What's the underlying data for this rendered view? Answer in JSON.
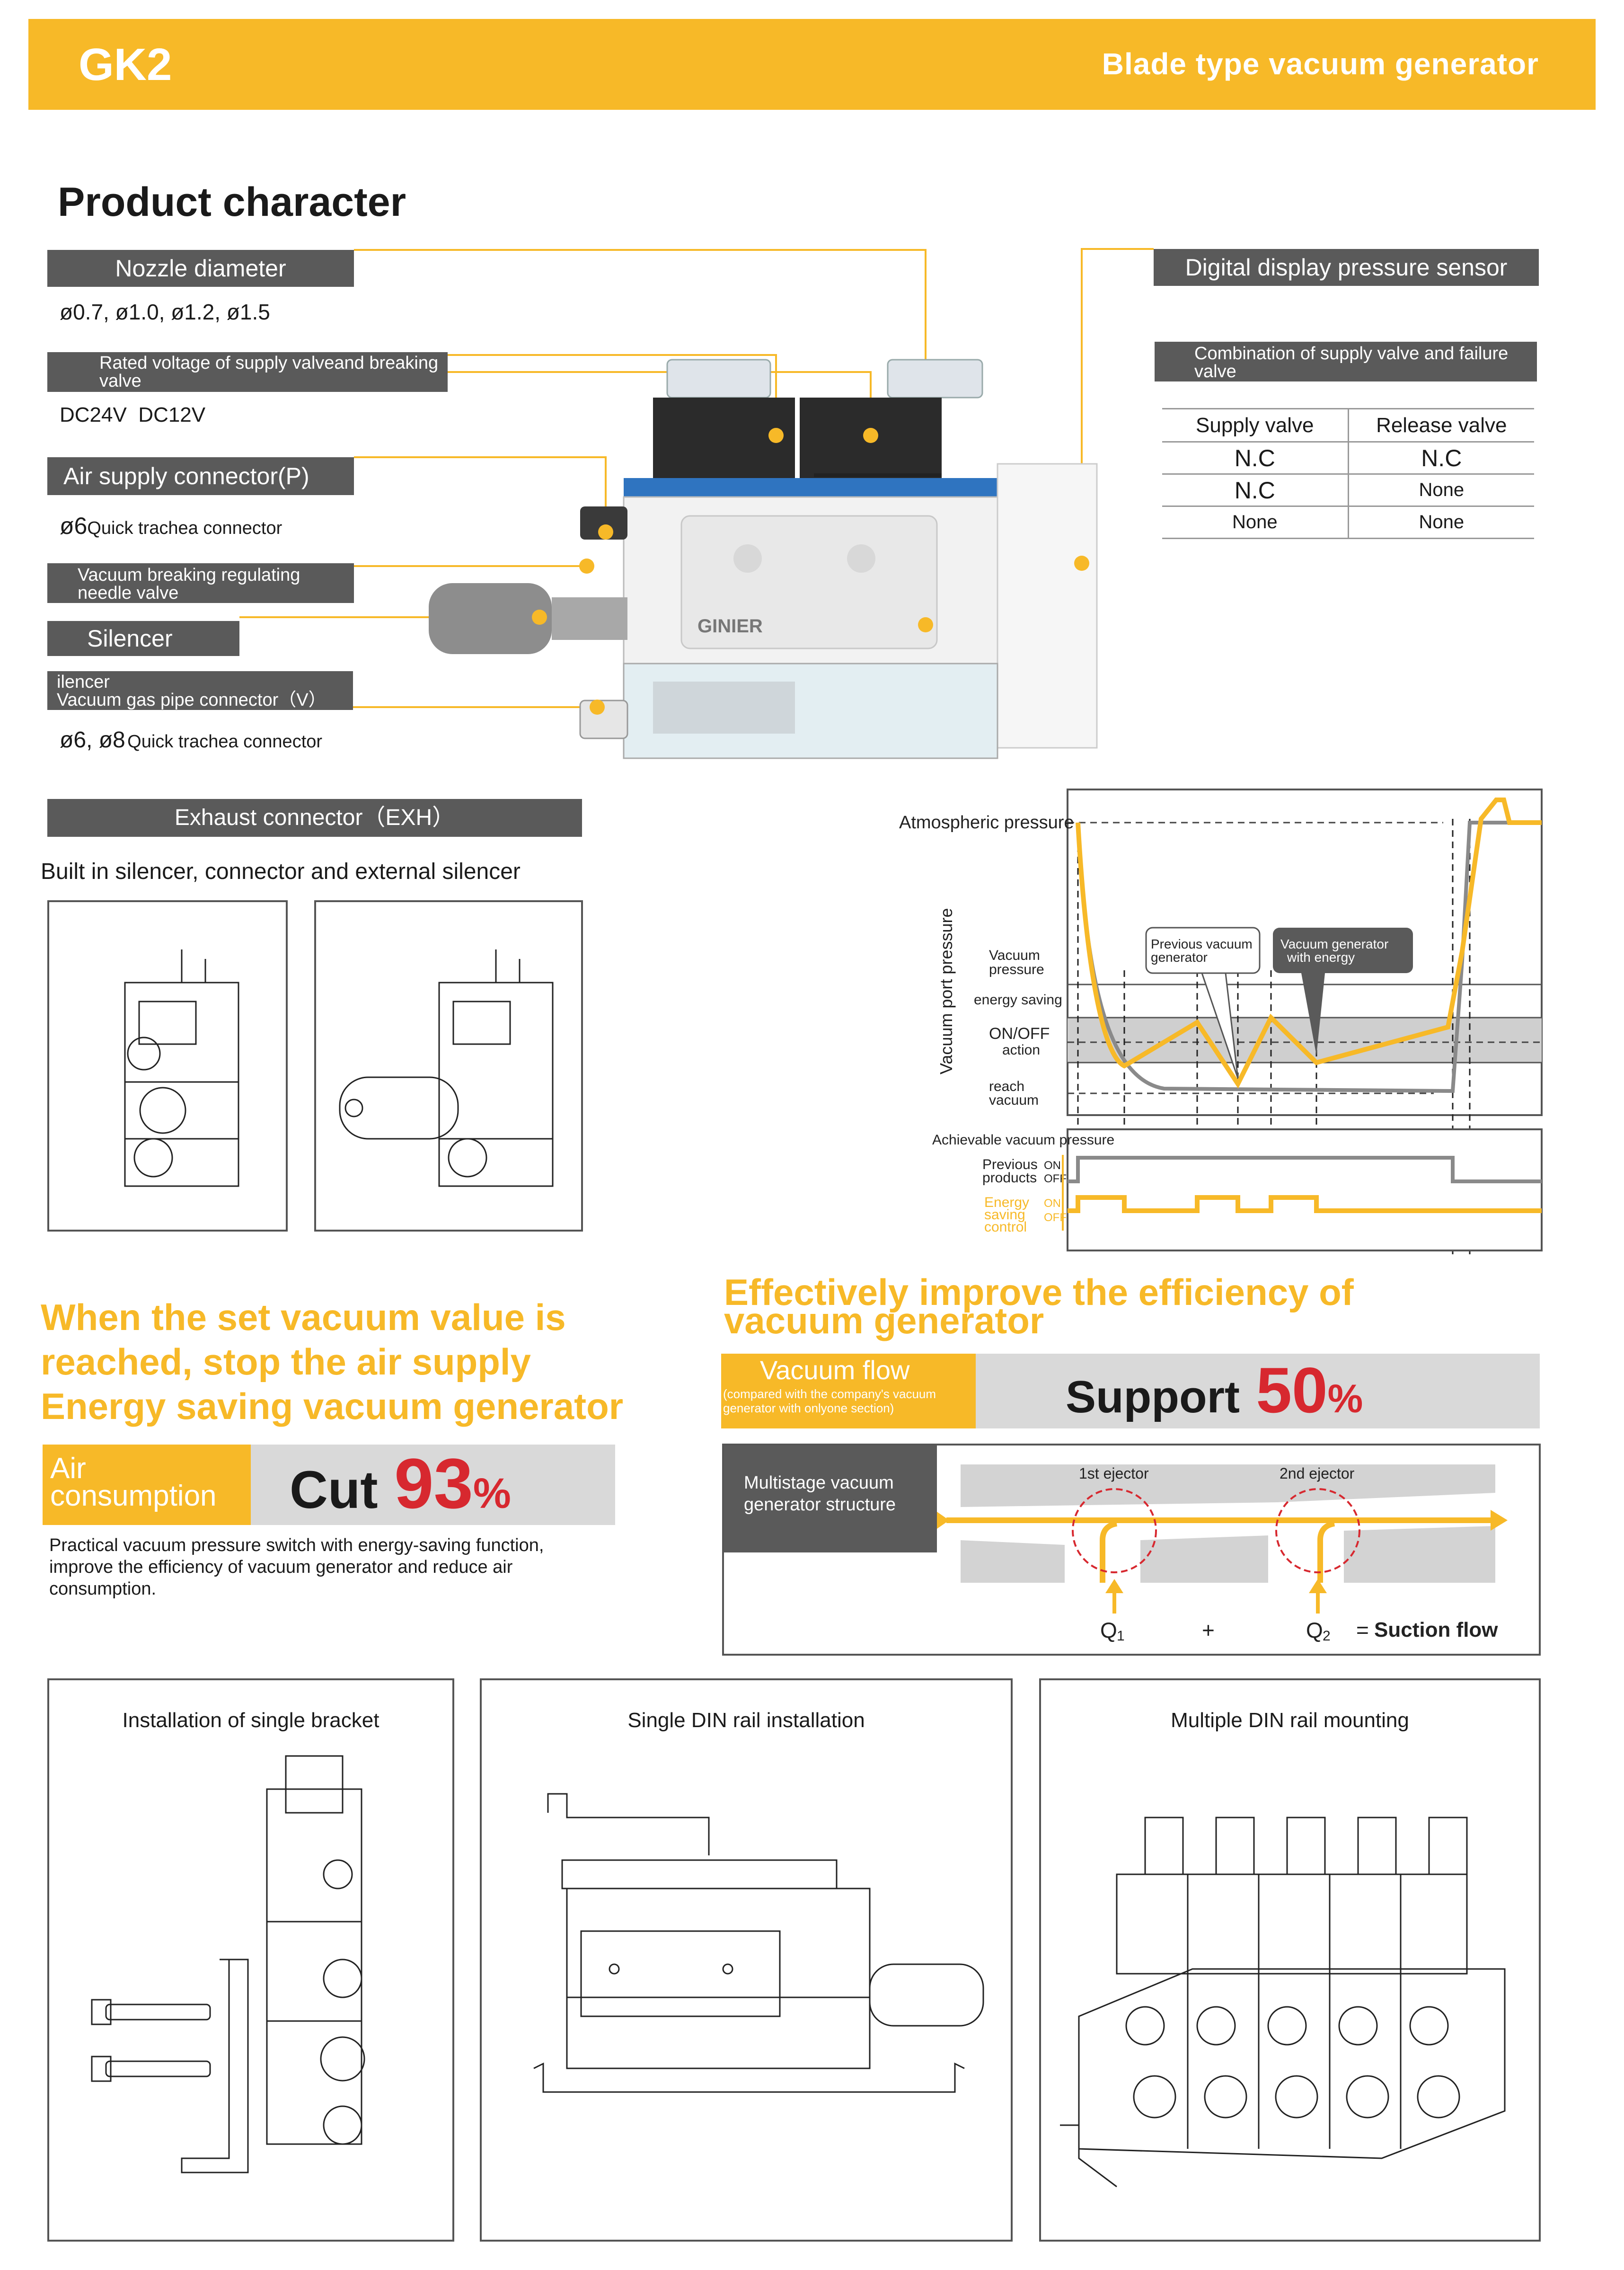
{
  "header": {
    "model": "GK2",
    "subtitle": "Blade type vacuum generator"
  },
  "section_title": "Product character",
  "callouts": {
    "nozzle": {
      "label": "Nozzle diameter",
      "value": "ø0.7, ø1.0, ø1.2, ø1.5"
    },
    "voltage": {
      "label": "Rated voltage of supply valveand breaking valve",
      "value": "DC24V  DC12V"
    },
    "air_supply": {
      "label": "Air supply connector(P)",
      "value_main": "ø6",
      "value_rest": "Quick trachea connector"
    },
    "breaking": {
      "label": "Vacuum breaking regulating needle valve"
    },
    "silencer": {
      "label": "Silencer"
    },
    "vacuum_pipe": {
      "label_line1": "ilencer",
      "label_line2": "Vacuum gas pipe connector（V）",
      "value_main": "ø6, ø8",
      "value_rest": "Quick trachea connector"
    },
    "sensor": {
      "label": "Digital display pressure sensor"
    },
    "combination": {
      "label": "Combination of supply valve and failure valve"
    }
  },
  "valve_table": {
    "headers": [
      "Supply valve",
      "Release valve"
    ],
    "rows": [
      [
        "N.C",
        "N.C"
      ],
      [
        "N.C",
        "None"
      ],
      [
        "None",
        "None"
      ]
    ]
  },
  "product_brand": "GINIER",
  "exhaust": {
    "label": "Exhaust connector（EXH）",
    "desc": "Built in silencer, connector and external silencer"
  },
  "graph": {
    "y_axis": "Vacuum port pressure",
    "atmospheric": "Atmospheric pressure",
    "vacuum_pressure": "Vacuum pressure",
    "energy_saving": "energy saving",
    "onoff": "ON/OFF action",
    "reach": "reach vacuum",
    "callout_prev": "Previous vacuum generator",
    "callout_energy": "Vacuum generator with energy",
    "achievable": "Achievable vacuum pressure",
    "prev_products": "Previous products",
    "energy_control": "Energy saving control",
    "on": "ON",
    "off": "OFF"
  },
  "left_promo": {
    "headline_lines": [
      "When the set vacuum value is",
      "reached, stop the air supply",
      "Energy saving vacuum generator"
    ],
    "metric_label_1": "Air",
    "metric_label_2": "consumption",
    "metric_prefix": "Cut",
    "metric_number": "93",
    "metric_unit": "%",
    "desc": "Practical vacuum pressure switch with energy-saving function, improve the efficiency of vacuum generator and reduce air consumption."
  },
  "right_promo": {
    "headline_lines": [
      "Effectively improve the efficiency of",
      "vacuum generator"
    ],
    "metric_label": "Vacuum flow",
    "metric_note": "(compared with the company's vacuum generator with onlyone section)",
    "metric_prefix": "Support",
    "metric_number": "50",
    "metric_unit": "%",
    "structure_label": "Multistage vacuum generator structure",
    "ejector1": "1st ejector",
    "ejector2": "2nd ejector",
    "q1": "Q",
    "q1_sub": "1",
    "plus": "+",
    "q2": "Q",
    "q2_sub": "2",
    "equals": "=",
    "suction": "Suction flow"
  },
  "installs": [
    {
      "title": "Installation of single bracket"
    },
    {
      "title": "Single DIN rail installation"
    },
    {
      "title": "Multiple DIN rail mounting"
    }
  ],
  "colors": {
    "accent": "#F7B928",
    "dark_gray": "#5a5a5a",
    "red": "#D7282F"
  }
}
